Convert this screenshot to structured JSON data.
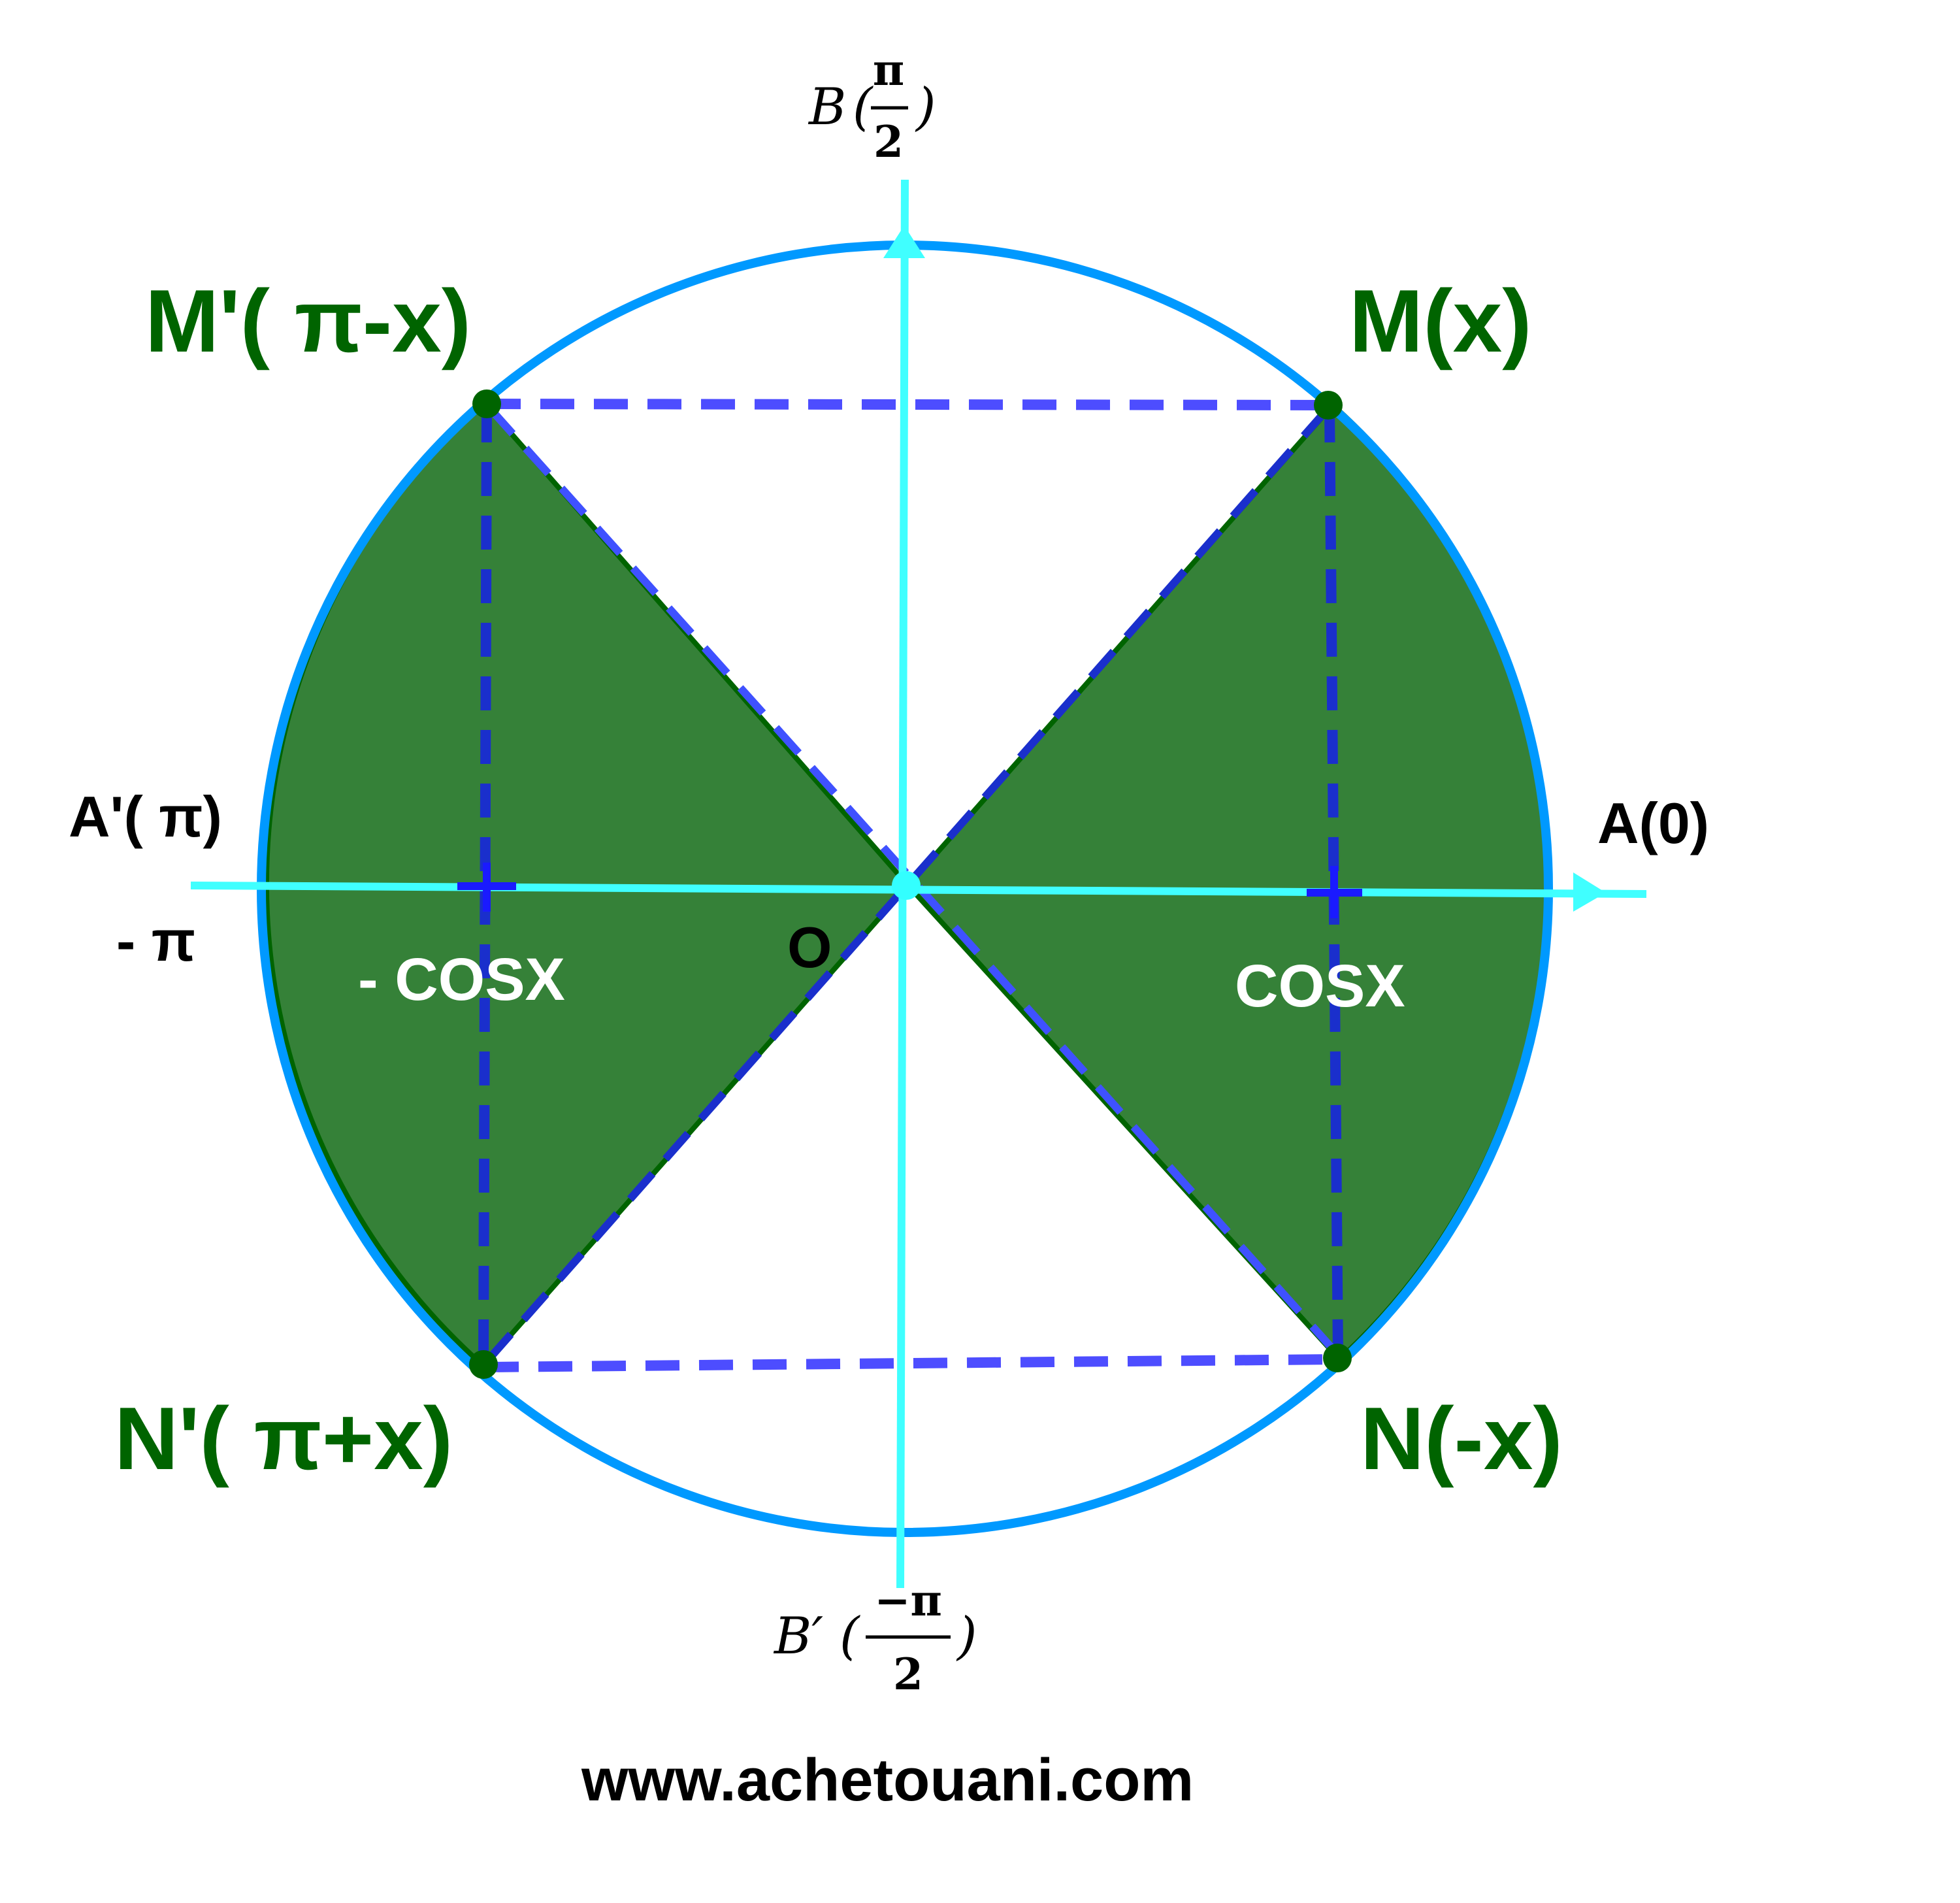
{
  "labels": {
    "M": "M(x)",
    "M_prime": "M'( π-x)",
    "N": "N(-x)",
    "N_prime": "N'( π+x)",
    "A": "A(0)",
    "A_prime": "A'( π)",
    "minus_pi": "- π",
    "origin": "O",
    "cosx": "COSX",
    "minus_cosx": "- COSX",
    "B_letter": "B",
    "B_num": "π",
    "B_den": "2",
    "Bp_letter": "B′",
    "Bp_num": "−π",
    "Bp_den": "2",
    "paren_open": "(",
    "paren_close": ")"
  },
  "footer": {
    "url": "www.achetouani.com"
  },
  "colors": {
    "circle": "#0099ff",
    "axes": "#40ffff",
    "sector_fill": "#2e7d32",
    "sector_stroke": "#006400",
    "dash": "#4d4dff",
    "dash_dark": "#1a2fcc",
    "point": "#006400",
    "origin_point": "#33ffff"
  }
}
